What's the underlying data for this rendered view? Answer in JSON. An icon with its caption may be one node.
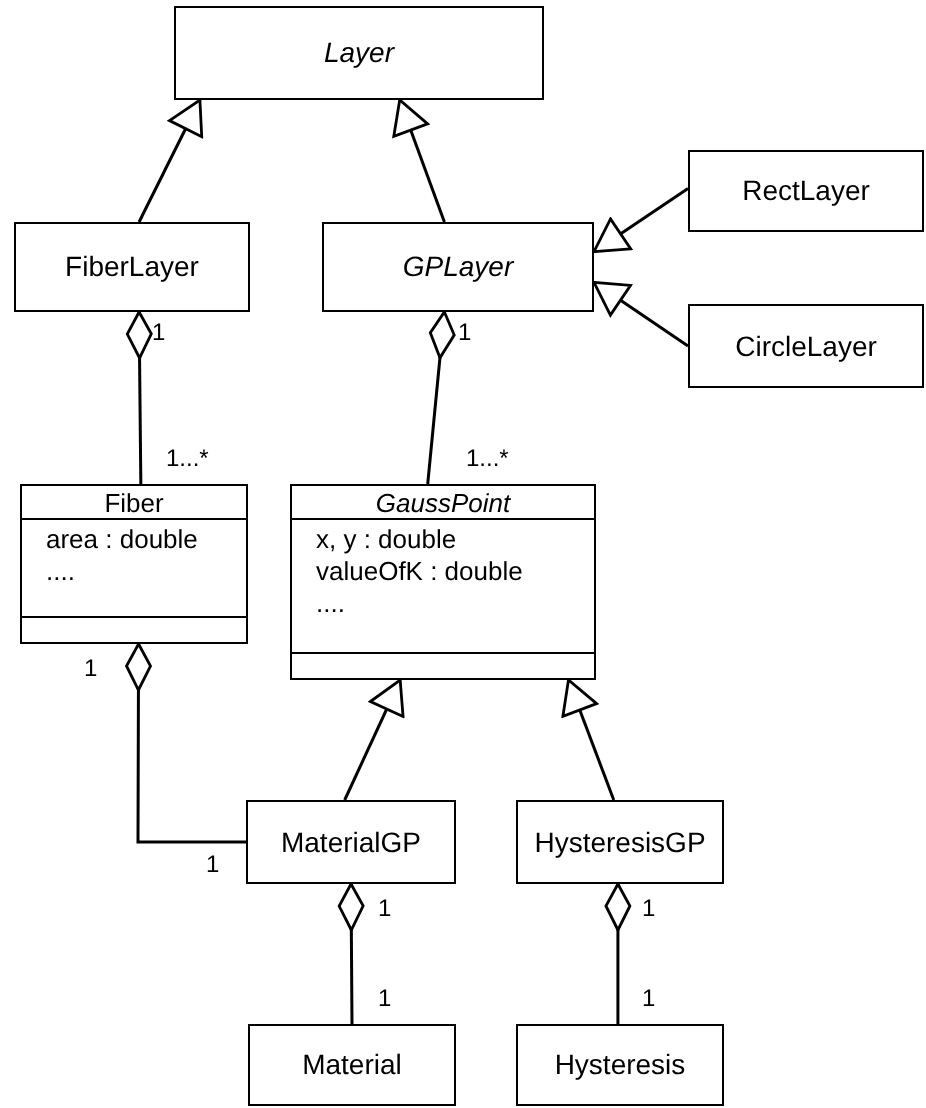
{
  "diagram": {
    "nodes": [
      {
        "text": [
          "Layer"
        ]
      },
      {
        "text": [
          "FiberLayer"
        ]
      },
      {
        "text": [
          "GPLayer"
        ]
      },
      {
        "text": [
          "RectLayer"
        ]
      },
      {
        "text": [
          "CircleLayer"
        ]
      },
      {
        "text": [
          "Fiber",
          "area : double",
          "...."
        ]
      },
      {
        "text": [
          "GaussPoint",
          "x, y : double",
          "valueOfK : double",
          "...."
        ]
      },
      {
        "text": [
          "MaterialGP"
        ]
      },
      {
        "text": [
          "HysteresisGP"
        ]
      },
      {
        "text": [
          "Material"
        ]
      },
      {
        "text": [
          "Hysteresis"
        ]
      }
    ],
    "edges": [
      {
        "from": 1,
        "to": 0,
        "arrow": "to"
      },
      {
        "from": 2,
        "to": 0,
        "arrow": "to"
      },
      {
        "from": 3,
        "to": 2,
        "arrow": "to"
      },
      {
        "from": 4,
        "to": 2,
        "arrow": "to"
      },
      {
        "from": 1,
        "to": 5,
        "arrow": "other"
      },
      {
        "from": 2,
        "to": 6,
        "arrow": "other"
      },
      {
        "from": 7,
        "to": 6,
        "arrow": "to"
      },
      {
        "from": 8,
        "to": 6,
        "arrow": "to"
      },
      {
        "from": 5,
        "to": 7,
        "arrow": "other"
      },
      {
        "from": 7,
        "to": 9,
        "arrow": "other"
      },
      {
        "from": 8,
        "to": 10,
        "arrow": "other"
      }
    ],
    "labels": [
      "1",
      "1",
      "1...*",
      "1...*",
      "1",
      "1",
      "1",
      "1",
      "1",
      "1"
    ]
  }
}
